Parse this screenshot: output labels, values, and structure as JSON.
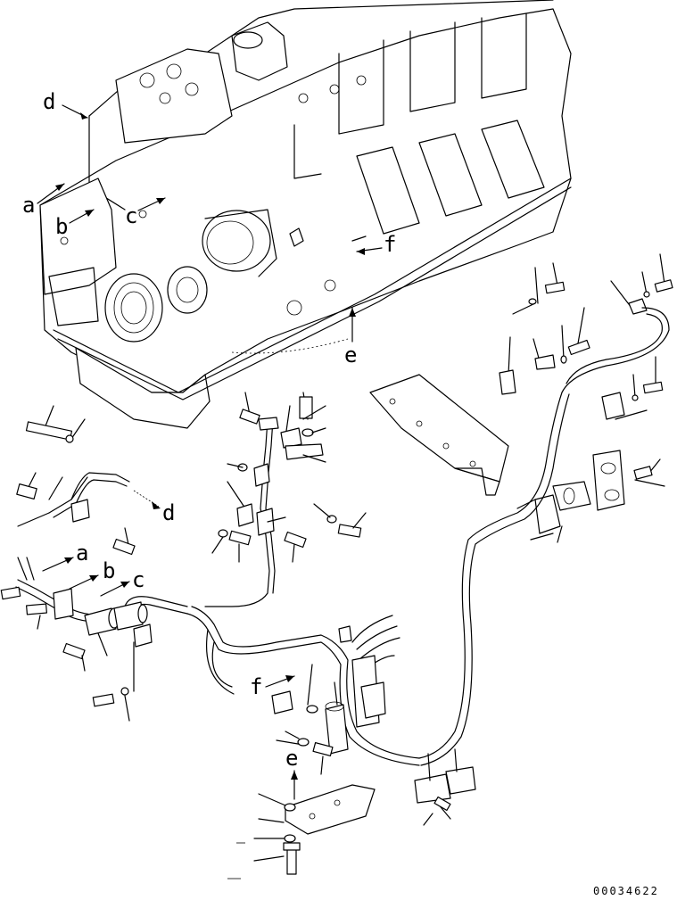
{
  "callouts": {
    "a_engine": "a",
    "b_engine": "b",
    "c_engine": "c",
    "d_engine": "d",
    "e_engine": "e",
    "f_engine": "f",
    "d_harness": "d",
    "a_harness": "a",
    "b_harness": "b",
    "c_harness": "c",
    "f_harness": "f",
    "e_bracket": "e"
  },
  "document_number": "00034622"
}
